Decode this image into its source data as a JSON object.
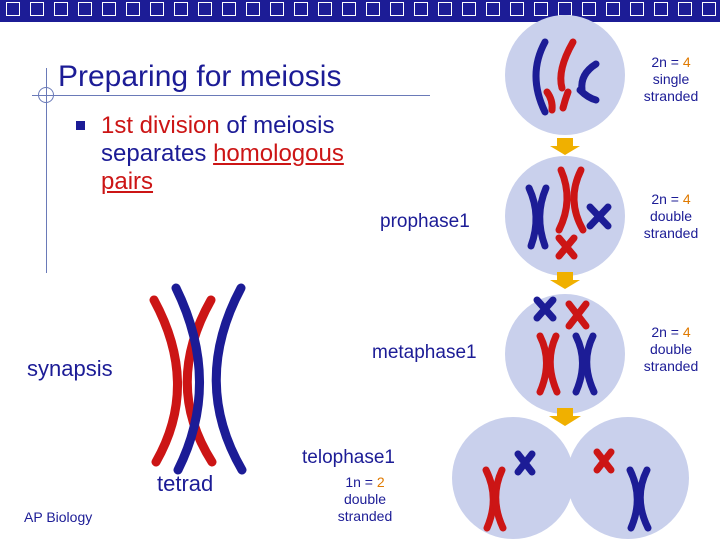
{
  "title": "Preparing for meiosis",
  "bullet": {
    "text1": "1st division",
    "text2": " of meiosis separates ",
    "text3": "homologous pairs"
  },
  "labels": {
    "prophase": "prophase1",
    "metaphase": "metaphase1",
    "telophase": "telophase1",
    "synapsis": "synapsis",
    "tetrad": "tetrad"
  },
  "footer": "AP Biology",
  "side_notes": [
    {
      "prefix": "2n = ",
      "number": "4",
      "line2": "single",
      "line3": "stranded"
    },
    {
      "prefix": "2n = ",
      "number": "4",
      "line2": "double",
      "line3": "stranded"
    },
    {
      "prefix": "2n = ",
      "number": "4",
      "line2": "double",
      "line3": "stranded"
    }
  ],
  "telophase_note": {
    "prefix": "1n = ",
    "number": "2",
    "line2": "double",
    "line3": "stranded"
  },
  "colors": {
    "red": "#cc1515",
    "blue": "#1c1c96",
    "cell": "#c9d0ec",
    "arrow": "#f0b000",
    "number": "#e07a00"
  }
}
